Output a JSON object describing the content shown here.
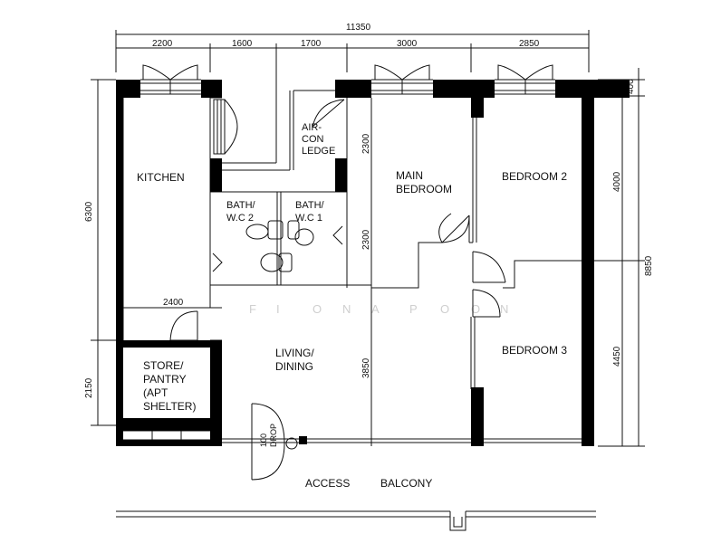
{
  "rooms": {
    "kitchen": "KITCHEN",
    "bath2": [
      "BATH/",
      "W.C 2"
    ],
    "bath1": [
      "BATH/",
      "W.C 1"
    ],
    "aircon": [
      "AIR-",
      "CON",
      "LEDGE"
    ],
    "main_bedroom": [
      "MAIN",
      "BEDROOM"
    ],
    "bedroom2": "BEDROOM 2",
    "bedroom3": "BEDROOM 3",
    "living": [
      "LIVING/",
      "DINING"
    ],
    "store": [
      "STORE/",
      "PANTRY",
      "(APT",
      "SHELTER)"
    ],
    "refuse": [
      "100",
      "DROP"
    ]
  },
  "labels": {
    "access": "ACCESS",
    "balcony": "BALCONY"
  },
  "watermark": [
    "F",
    "I",
    "O",
    "N",
    "A",
    "P",
    "O",
    "O",
    "N"
  ],
  "dimensions": {
    "overall_width": "11350",
    "top_segments": [
      "2200",
      "1600",
      "1700",
      "3000",
      "2850"
    ],
    "left_6300": "6300",
    "left_2150": "2150",
    "right_400": "400",
    "right_4000": "4000",
    "right_4450": "4450",
    "right_8850": "8850",
    "interior_2300_a": "2300",
    "interior_2300_b": "2300",
    "interior_3850": "3850",
    "interior_2400": "2400"
  }
}
